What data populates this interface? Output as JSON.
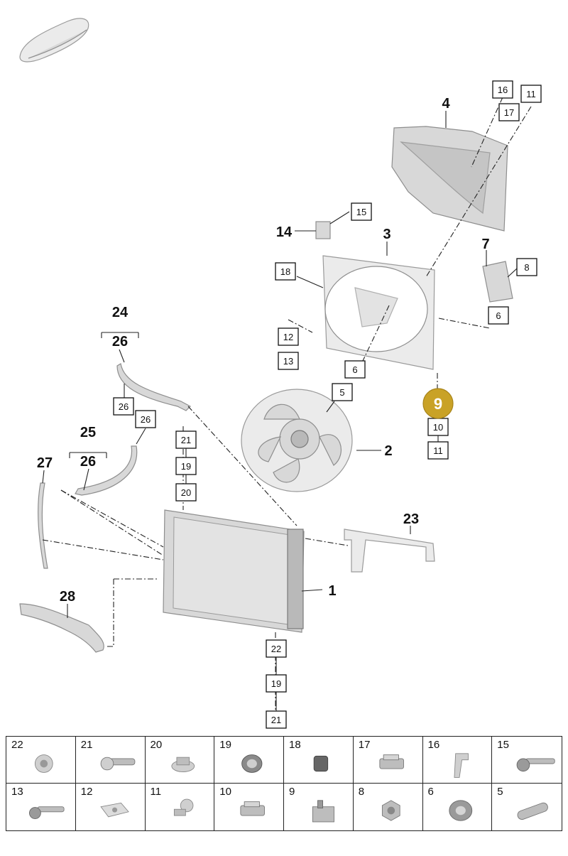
{
  "callouts": {
    "c1": "1",
    "c2": "2",
    "c3": "3",
    "c4": "4",
    "c5": "5",
    "c6a": "6",
    "c6b": "6",
    "c7": "7",
    "c8": "8",
    "c9": "9",
    "c10": "10",
    "c11a": "11",
    "c11b": "11",
    "c12": "12",
    "c13": "13",
    "c14": "14",
    "c15": "15",
    "c16": "16",
    "c17": "17",
    "c18": "18",
    "c19a": "19",
    "c19b": "19",
    "c20": "20",
    "c21a": "21",
    "c21b": "21",
    "c22": "22",
    "c23": "23",
    "c24": "24",
    "c25": "25",
    "c26a": "26",
    "c26b": "26",
    "c26c": "26",
    "c26d": "26",
    "c27": "27",
    "c28": "28"
  },
  "highlight": {
    "part": "9",
    "color": "#c9a227"
  },
  "parts_table": [
    {
      "num": "22",
      "icon": "nut-icon"
    },
    {
      "num": "21",
      "icon": "bolt-icon"
    },
    {
      "num": "20",
      "icon": "cap-icon"
    },
    {
      "num": "19",
      "icon": "grommet-icon"
    },
    {
      "num": "18",
      "icon": "damper-icon"
    },
    {
      "num": "17",
      "icon": "clip-icon"
    },
    {
      "num": "16",
      "icon": "bracket-icon"
    },
    {
      "num": "15",
      "icon": "long-bolt-icon"
    },
    {
      "num": "13",
      "icon": "screw-icon"
    },
    {
      "num": "12",
      "icon": "plate-icon"
    },
    {
      "num": "11",
      "icon": "rivet-icon"
    },
    {
      "num": "10",
      "icon": "clip-icon"
    },
    {
      "num": "9",
      "icon": "holder-icon"
    },
    {
      "num": "8",
      "icon": "hex-nut-icon"
    },
    {
      "num": "6",
      "icon": "bushing-icon"
    },
    {
      "num": "5",
      "icon": "sleeve-icon"
    }
  ]
}
